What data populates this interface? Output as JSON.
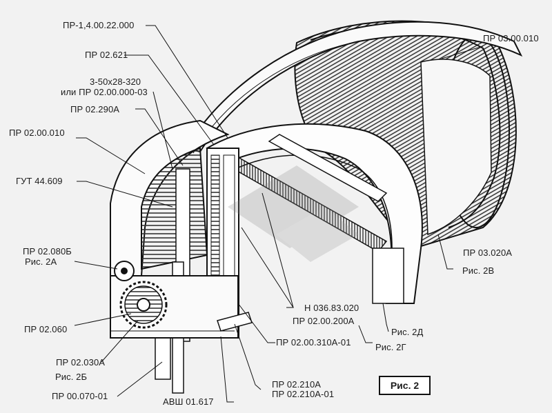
{
  "figure_label": "Рис. 2",
  "callouts": {
    "pr_1_4_00_22_000": "ПР-1,4.00.22.000",
    "pr_02_621": "ПР 02.621",
    "spec_3_50x28_320": "3-50х28-320",
    "alt_pr_02_00_000_03": "или ПР 02.00.000-03",
    "pr_02_290a": "ПР 02.290А",
    "pr_02_00_010": "ПР 02.00.010",
    "gut_44_609": "ГУТ 44.609",
    "pr_02_080b": "ПР 02.080Б",
    "ris_2a": "Рис. 2А",
    "pr_02_060": "ПР 02.060",
    "pr_02_030a": "ПР 02.030А",
    "ris_2b": "Рис. 2Б",
    "pr_00_070_01": "ПР 00.070-01",
    "avsh_01_617": "АВШ 01.617",
    "pr_02_210a": "ПР 02.210А",
    "pr_02_210a_01": "ПР 02.210А-01",
    "pr_02_00_310a_01": "ПР 02.00.310А-01",
    "ris_2g": "Рис. 2Г",
    "ris_2d": "Рис. 2Д",
    "h_036_83_020": "Н 036.83.020",
    "pr_02_00_200a": "ПР 02.00.200А",
    "pr_03_020a": "ПР 03.020А",
    "ris_2v": "Рис. 2В",
    "pr_03_00_010": "ПР 03.00.010"
  }
}
